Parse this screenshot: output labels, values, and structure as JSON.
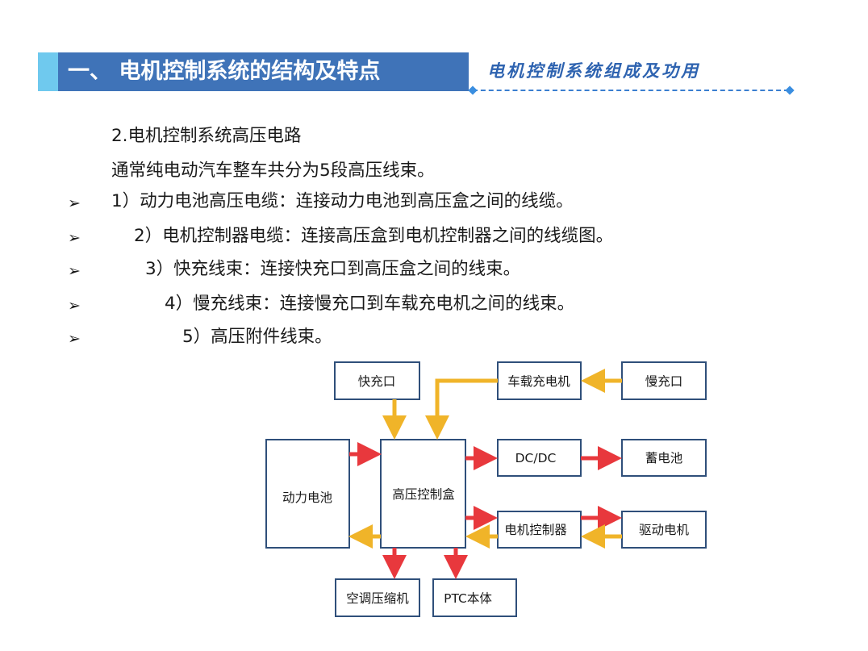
{
  "header": {
    "title": "一、 电机控制系统的结构及特点",
    "subtitle": "电机控制系统组成及功用"
  },
  "content": {
    "heading": "2.电机控制系统高压电路",
    "intro": "通常纯电动汽车整车共分为5段高压线束。",
    "bullet_symbol": "➢",
    "items": [
      "1）动力电池高压电缆：连接动力电池到高压盒之间的线缆。",
      "2）电机控制器电缆：连接高压盒到电机控制器之间的线缆图。",
      "3）快充线束：连接快充口到高压盒之间的线束。",
      "4）慢充线束：连接慢充口到车载充电机之间的线束。",
      "5）高压附件线束。"
    ]
  },
  "diagram": {
    "boxes": {
      "fast_port": "快充口",
      "onboard_charger": "车载充电机",
      "slow_port": "慢充口",
      "power_battery": "动力电池",
      "hv_box": "高压控制盒",
      "dcdc": "DC/DC",
      "battery_12v": "蓄电池",
      "motor_controller": "电机控制器",
      "drive_motor": "驱动电机",
      "ac_compressor": "空调压缩机",
      "ptc": "PTC本体"
    },
    "colors": {
      "red_arrow": "#e8383d",
      "yellow_arrow": "#f0b429",
      "box_border": "#2f4f7a"
    }
  }
}
